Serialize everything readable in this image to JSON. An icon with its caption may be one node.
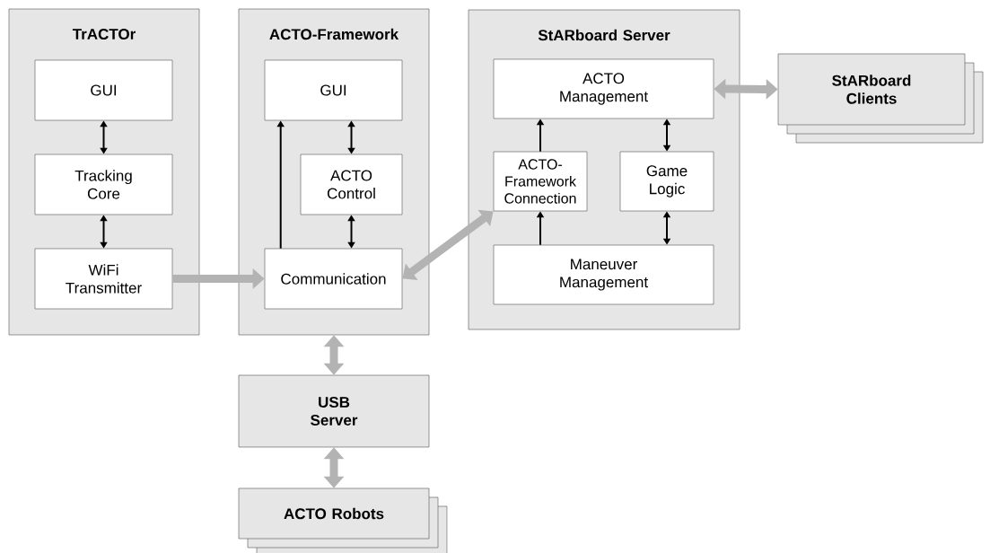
{
  "diagram": {
    "nodes": [
      {
        "text": [
          "TrACTOr"
        ]
      },
      {
        "text": [
          "GUI"
        ],
        "in": 0
      },
      {
        "text": [
          "Tracking Core"
        ],
        "in": 0
      },
      {
        "text": [
          "WiFi Transmitter"
        ],
        "in": 0
      },
      {
        "text": [
          "ACTO-Framework"
        ]
      },
      {
        "text": [
          "GUI"
        ],
        "in": 4
      },
      {
        "text": [
          "ACTO Control"
        ],
        "in": 4
      },
      {
        "text": [
          "Communication"
        ],
        "in": 4
      },
      {
        "text": [
          "StARboard Server"
        ]
      },
      {
        "text": [
          "ACTO Management"
        ],
        "in": 8
      },
      {
        "text": [
          "ACTO-Framework Connection"
        ],
        "in": 8
      },
      {
        "text": [
          "Game Logic"
        ],
        "in": 8
      },
      {
        "text": [
          "Maneuver Management"
        ],
        "in": 8
      },
      {
        "text": [
          "StARboard Clients"
        ]
      },
      {
        "text": [
          "USB Server"
        ]
      },
      {
        "text": [
          "ACTO Robots"
        ]
      }
    ],
    "edges": [
      {
        "from": 1,
        "to": 2,
        "arrow": "both"
      },
      {
        "from": 2,
        "to": 3,
        "arrow": "both"
      },
      {
        "from": 3,
        "to": 7,
        "arrow": "to",
        "style": "thick",
        "color": "#b3b3b3"
      },
      {
        "from": 7,
        "to": 5,
        "arrow": "to"
      },
      {
        "from": 5,
        "to": 6,
        "arrow": "both"
      },
      {
        "from": 6,
        "to": 7,
        "arrow": "both"
      },
      {
        "from": 7,
        "to": 10,
        "arrow": "both",
        "style": "thick",
        "color": "#b3b3b3"
      },
      {
        "from": 12,
        "to": 10,
        "arrow": "to"
      },
      {
        "from": 10,
        "to": 9,
        "arrow": "to"
      },
      {
        "from": 9,
        "to": 11,
        "arrow": "both"
      },
      {
        "from": 11,
        "to": 12,
        "arrow": "both"
      },
      {
        "from": 9,
        "to": 13,
        "arrow": "both",
        "style": "thick",
        "color": "#b3b3b3"
      },
      {
        "from": 4,
        "to": 14,
        "arrow": "both",
        "style": "thick",
        "color": "#b3b3b3"
      },
      {
        "from": 14,
        "to": 15,
        "arrow": "both",
        "style": "thick",
        "color": "#b3b3b3"
      }
    ]
  }
}
